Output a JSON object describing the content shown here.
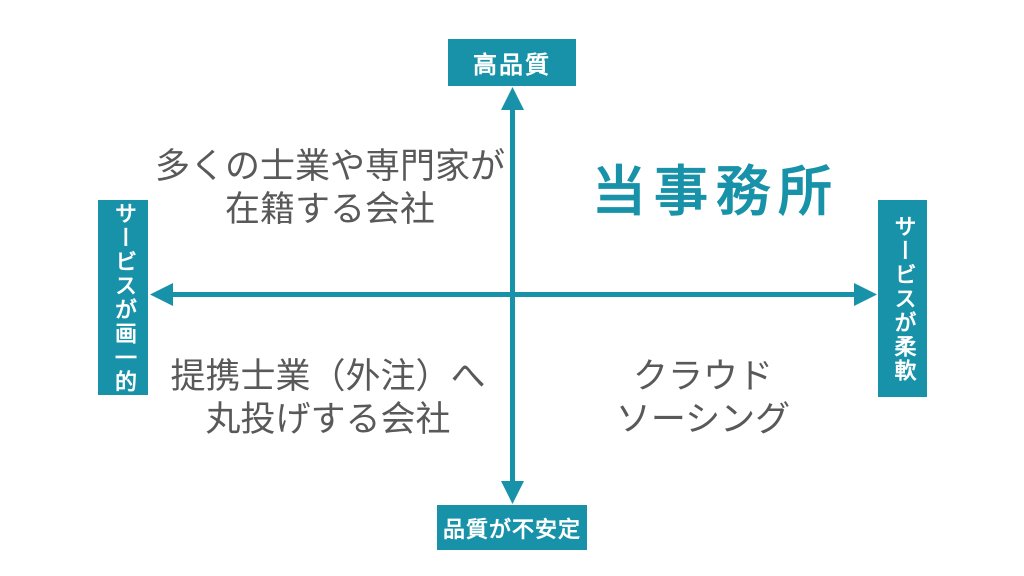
{
  "colors": {
    "teal": "#1792a8",
    "gray_text": "#595959",
    "label_text": "#ffffff",
    "background": "#ffffff"
  },
  "axes": {
    "top": {
      "label": "高品質"
    },
    "bottom": {
      "label": "品質が不安定"
    },
    "left": {
      "label": "サービスが画一的"
    },
    "right": {
      "label": "サービスが柔軟"
    }
  },
  "quadrants": {
    "top_left": {
      "text": "多くの士業や専門家が\n在籍する会社"
    },
    "top_right": {
      "text": "当事務所"
    },
    "bottom_left": {
      "text": "提携士業（外注）へ\n丸投げする会社"
    },
    "bottom_right": {
      "text": "クラウド\nソーシング"
    }
  },
  "icons": {
    "up_arrowhead": "triangle-up",
    "down_arrowhead": "triangle-down",
    "left_arrowhead": "triangle-left",
    "right_arrowhead": "triangle-right"
  }
}
